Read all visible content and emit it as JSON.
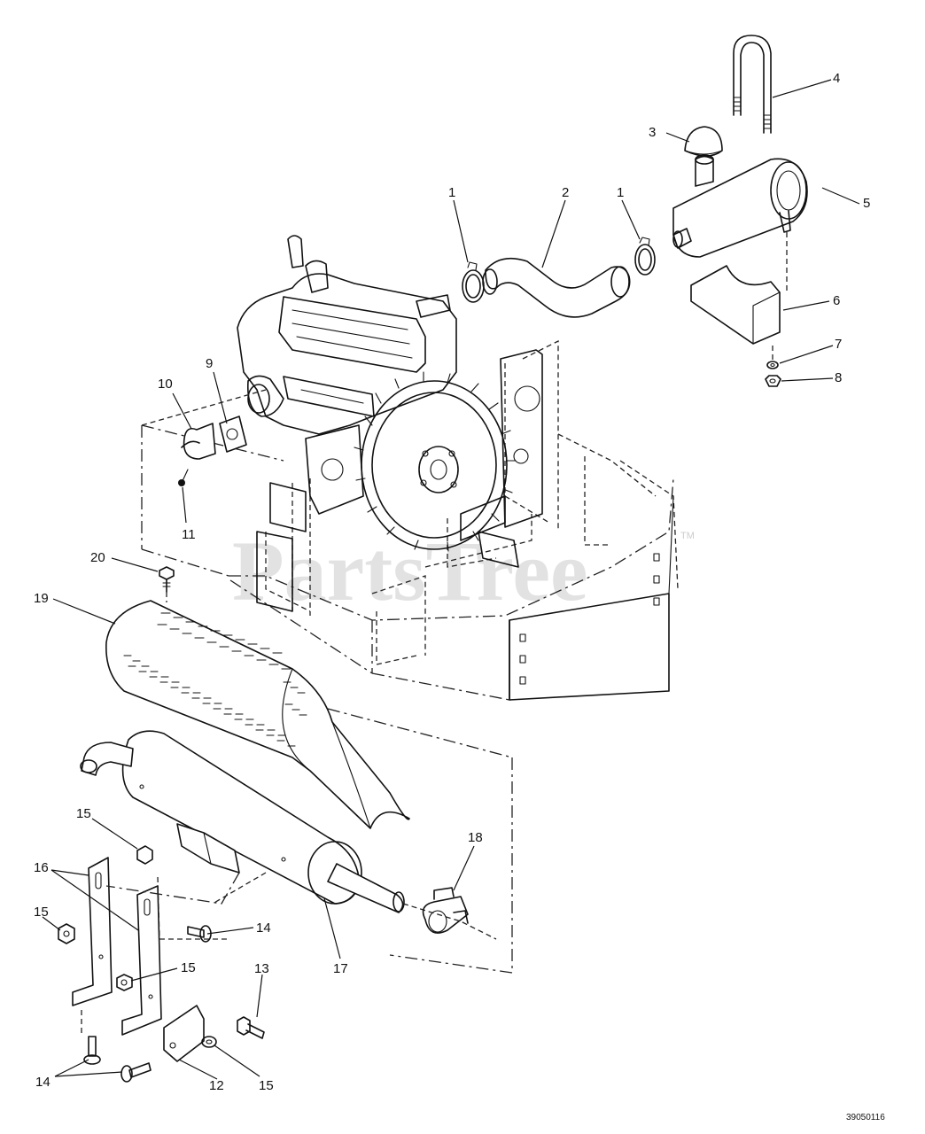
{
  "watermark": {
    "text": "PartsTree",
    "tm": "TM"
  },
  "drawing_number": "39050116",
  "callouts": [
    {
      "label": "1",
      "part": "hose-clamp-left"
    },
    {
      "label": "2",
      "part": "air-intake-hose"
    },
    {
      "label": "1",
      "part": "hose-clamp-right"
    },
    {
      "label": "3",
      "part": "air-cleaner-cap"
    },
    {
      "label": "4",
      "part": "u-bolt"
    },
    {
      "label": "5",
      "part": "air-cleaner"
    },
    {
      "label": "6",
      "part": "air-cleaner-bracket"
    },
    {
      "label": "7",
      "part": "lock-washer"
    },
    {
      "label": "8",
      "part": "nut"
    },
    {
      "label": "9",
      "part": "gasket"
    },
    {
      "label": "10",
      "part": "exhaust-flange"
    },
    {
      "label": "11",
      "part": "stud"
    },
    {
      "label": "20",
      "part": "screw"
    },
    {
      "label": "19",
      "part": "muffler-heat-shield"
    },
    {
      "label": "15",
      "part": "nut-upper"
    },
    {
      "label": "16",
      "part": "muffler-support-brackets"
    },
    {
      "label": "15",
      "part": "nut-left"
    },
    {
      "label": "14",
      "part": "carriage-bolt-upper"
    },
    {
      "label": "15",
      "part": "nut-middle"
    },
    {
      "label": "17",
      "part": "muffler"
    },
    {
      "label": "13",
      "part": "bolt"
    },
    {
      "label": "18",
      "part": "muffler-clamp"
    },
    {
      "label": "14",
      "part": "carriage-bolts-lower"
    },
    {
      "label": "12",
      "part": "angle-bracket"
    },
    {
      "label": "15",
      "part": "nut-lower"
    }
  ]
}
